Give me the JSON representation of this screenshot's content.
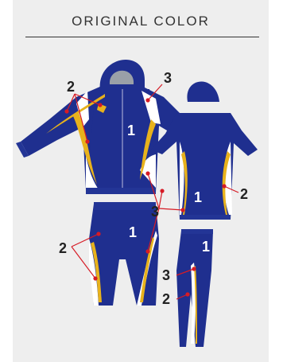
{
  "header": {
    "title": "ORIGINAL COLOR"
  },
  "callouts": {
    "body_panel": "1",
    "side_stripe": "2",
    "white_insert": "3"
  },
  "colors": {
    "navy": "#1f2f8f",
    "gold": "#e8b21c",
    "white": "#ffffff",
    "leader_red": "#d61b25",
    "hood_lining": "#9aa0a8",
    "background": "#eeeeee"
  }
}
